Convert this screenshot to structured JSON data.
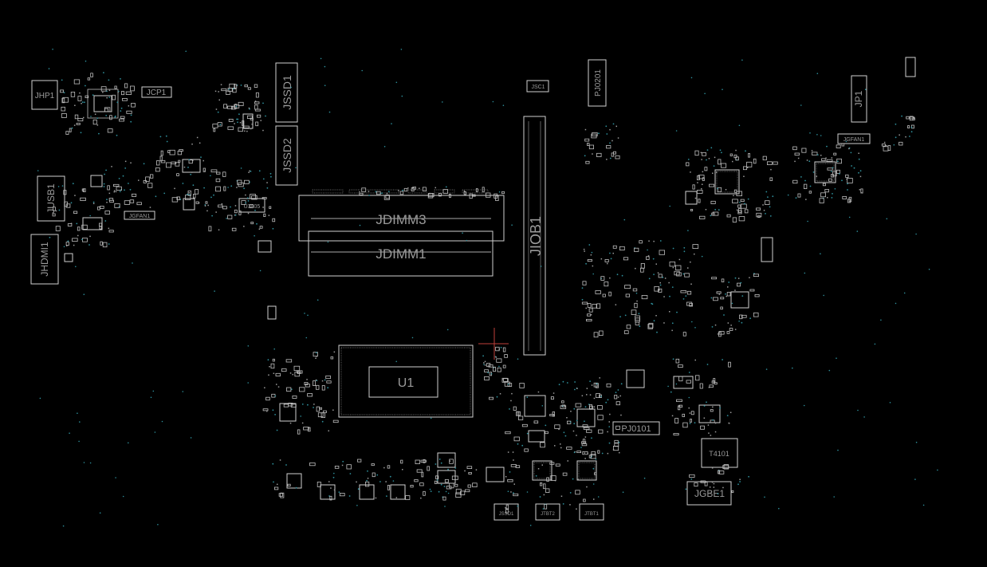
{
  "board": {
    "background": "#000000",
    "outline_color": "#cfcfcf",
    "label_color": "#9a9a9a",
    "via_color": "#2e8e9a",
    "cursor_color": "#c0403a"
  },
  "labels": {
    "jhp1": "JHP1",
    "jcp1": "JCP1",
    "jssd1": "JSSD1",
    "jssd2": "JSSD2",
    "jsc1": "JSC1",
    "pj0201": "PJ0201",
    "jp1": "JP1",
    "jgfan1_right": "JGFAN1",
    "jusb1": "JUSB1",
    "jgfan1_left": "JGFAN1",
    "jhdmi1": "JHDMI1",
    "u3805": "U3805",
    "jdimm3": "JDIMM3",
    "jdimm1": "JDIMM1",
    "jiob1": "JIOB1",
    "u1": "U1",
    "pj0101": "PJ0101",
    "t4101": "T4101",
    "jgbe1": "JGBE1",
    "jssd1_bottom": "JSSD1",
    "jtbt2": "JTBT2",
    "jtbt1": "JTBT1"
  }
}
